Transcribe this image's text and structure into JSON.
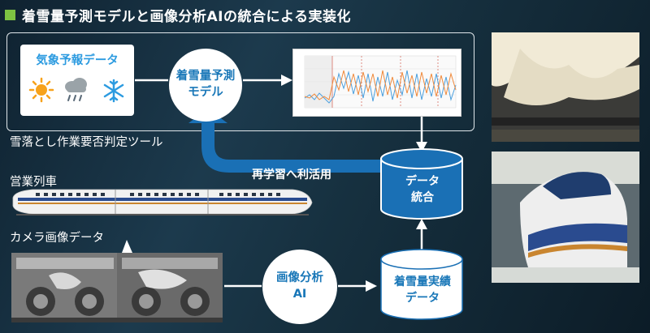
{
  "title": "着雪量予測モデルと画像分析AIの統合による実装化",
  "weather": {
    "label": "気象予報データ",
    "icons": [
      "sun-icon",
      "rain-cloud-icon",
      "snowflake-icon"
    ]
  },
  "model": {
    "line1": "着雪量予測",
    "line2": "モデル"
  },
  "tool_label": "雪落とし作業要否判定ツール",
  "relearn_label": "再学習へ利活用",
  "data_integration": {
    "line1": "データ",
    "line2": "統合"
  },
  "train_label": "営業列車",
  "camera_label": "カメラ画像データ",
  "analysis": {
    "line1": "画像分析",
    "line2": "AI"
  },
  "snow_actual": {
    "line1": "着雪量実績",
    "line2": "データ"
  },
  "colors": {
    "accent_green": "#7dc242",
    "blue": "#1977b8",
    "arrow_blue": "#1a70b5",
    "sky": "#2c9be0"
  }
}
